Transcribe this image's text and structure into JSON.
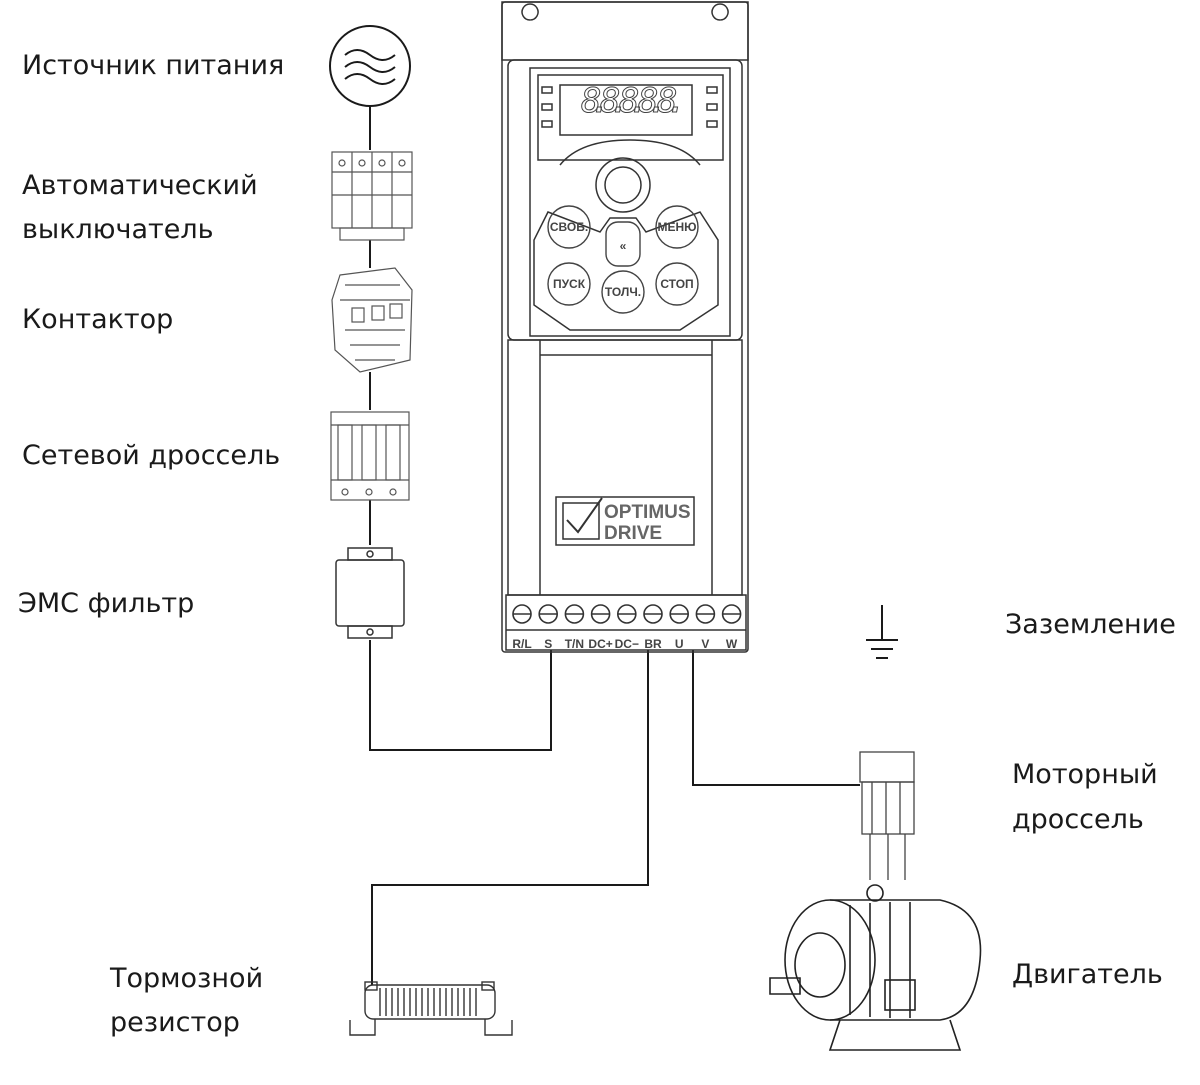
{
  "labels": {
    "power_source": "Источник питания",
    "breaker_line1": "Автоматический",
    "breaker_line2": "выключатель",
    "contactor": "Контактор",
    "line_reactor": "Сетевой дроссель",
    "emc_filter": "ЭМС фильтр",
    "ground": "Заземление",
    "motor_reactor_line1": "Моторный",
    "motor_reactor_line2": "дроссель",
    "motor": "Двигатель",
    "brake_resistor_line1": "Тормозной",
    "brake_resistor_line2": "резистор"
  },
  "drive": {
    "display": "8.8.8.8.8.",
    "brand_line1": "OPTIMUS",
    "brand_line2": "DRIVE",
    "keys": {
      "free": "СВОБ.",
      "menu": "МЕНЮ",
      "back": "«",
      "run": "ПУСК",
      "jog": "ТОЛЧ.",
      "stop": "СТОП"
    },
    "terminals": [
      "R/L",
      "S",
      "T/N",
      "DC+",
      "DC−",
      "BR",
      "U",
      "V",
      "W"
    ]
  },
  "colors": {
    "line": "#1a1a1a",
    "device_gray": "#555555"
  }
}
